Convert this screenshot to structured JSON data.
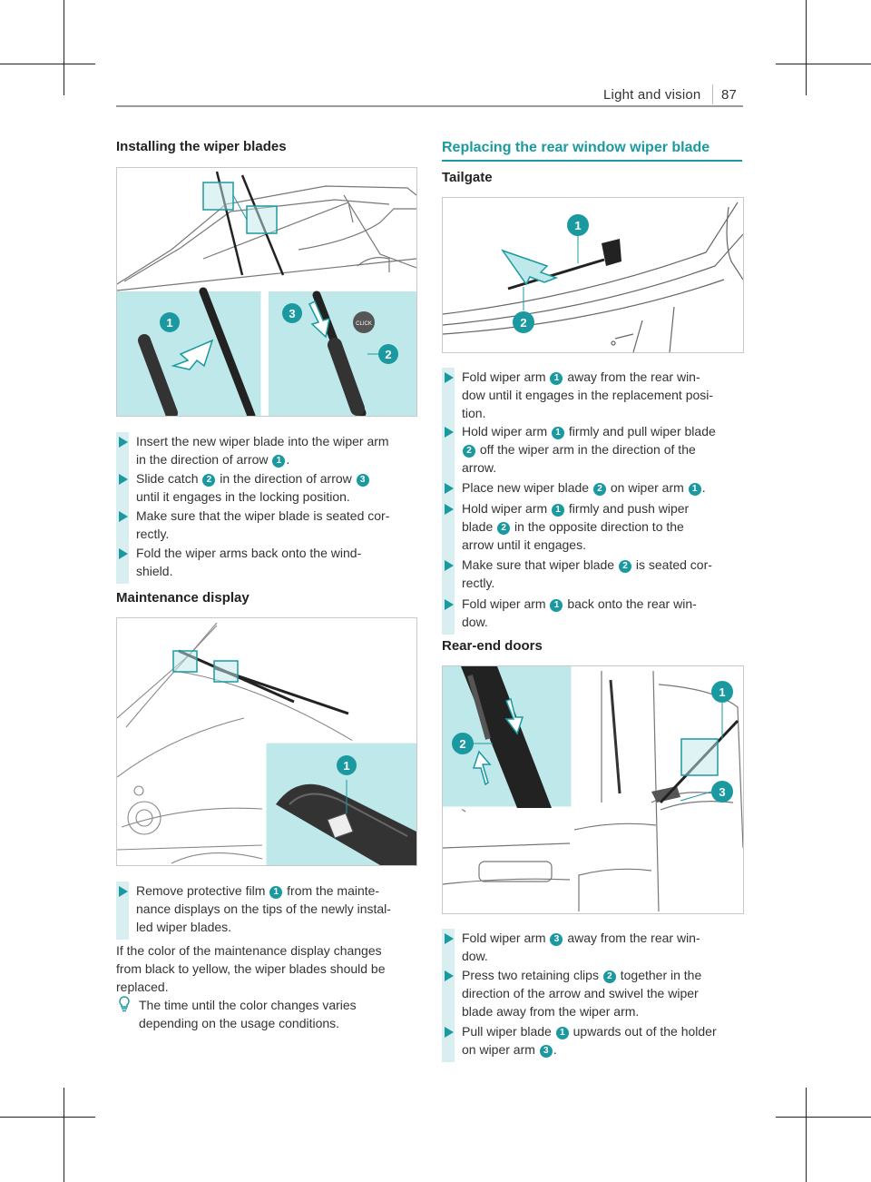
{
  "header": {
    "section": "Light and vision",
    "page": "87"
  },
  "left": {
    "install": {
      "heading": "Installing the wiper blades",
      "steps": [
        [
          "Insert the new wiper blade into the wiper arm",
          "in the direction of arrow ",
          "1",
          "."
        ],
        [
          "Slide catch ",
          "2",
          " in the direction of arrow ",
          "3",
          "",
          "until it engages in the locking position."
        ],
        [
          "Make sure that the wiper blade is seated cor-",
          "rectly."
        ],
        [
          "Fold the wiper arms back onto the wind-",
          "shield."
        ]
      ]
    },
    "maintenance": {
      "heading": "Maintenance display",
      "step": [
        "Remove protective film ",
        "1",
        " from the mainte-",
        "nance displays on the tips of the newly instal-",
        "led wiper blades."
      ],
      "para": [
        "If the color of the maintenance display changes",
        "from black to yellow, the wiper blades should be",
        "replaced."
      ],
      "note": [
        "The time until the color changes varies",
        "depending on the usage conditions."
      ]
    }
  },
  "right": {
    "heading": "Replacing the rear window wiper blade",
    "tailgate": {
      "heading": "Tailgate",
      "steps": [
        [
          "Fold wiper arm ",
          "1",
          " away from the rear win-",
          "dow until it engages in the replacement posi-",
          "tion."
        ],
        [
          "Hold wiper arm ",
          "1",
          " firmly and pull wiper blade",
          "2",
          " off the wiper arm in the direction of the",
          "arrow."
        ],
        [
          "Place new wiper blade ",
          "2",
          " on wiper arm ",
          "1",
          "."
        ],
        [
          "Hold wiper arm ",
          "1",
          " firmly and push wiper",
          "blade ",
          "2",
          " in the opposite direction to the",
          "arrow until it engages."
        ],
        [
          "Make sure that wiper blade ",
          "2",
          " is seated cor-",
          "rectly."
        ],
        [
          "Fold wiper arm ",
          "1",
          " back onto the rear win-",
          "dow."
        ]
      ]
    },
    "rear_doors": {
      "heading": "Rear-end doors",
      "steps": [
        [
          "Fold wiper arm ",
          "3",
          " away from the rear win-",
          "dow."
        ],
        [
          "Press two retaining clips ",
          "2",
          " together in the",
          "direction of the arrow and swivel the wiper",
          "blade away from the wiper arm."
        ],
        [
          "Pull wiper blade ",
          "1",
          " upwards out of the holder",
          "on wiper arm ",
          "3",
          "."
        ]
      ]
    }
  },
  "figure_callouts": {
    "one": "1",
    "two": "2",
    "three": "3",
    "click": "CLICK"
  },
  "colors": {
    "accent": "#1a9aa0",
    "panel": "#bfe8ea",
    "stepbar": "#d9eef0"
  }
}
